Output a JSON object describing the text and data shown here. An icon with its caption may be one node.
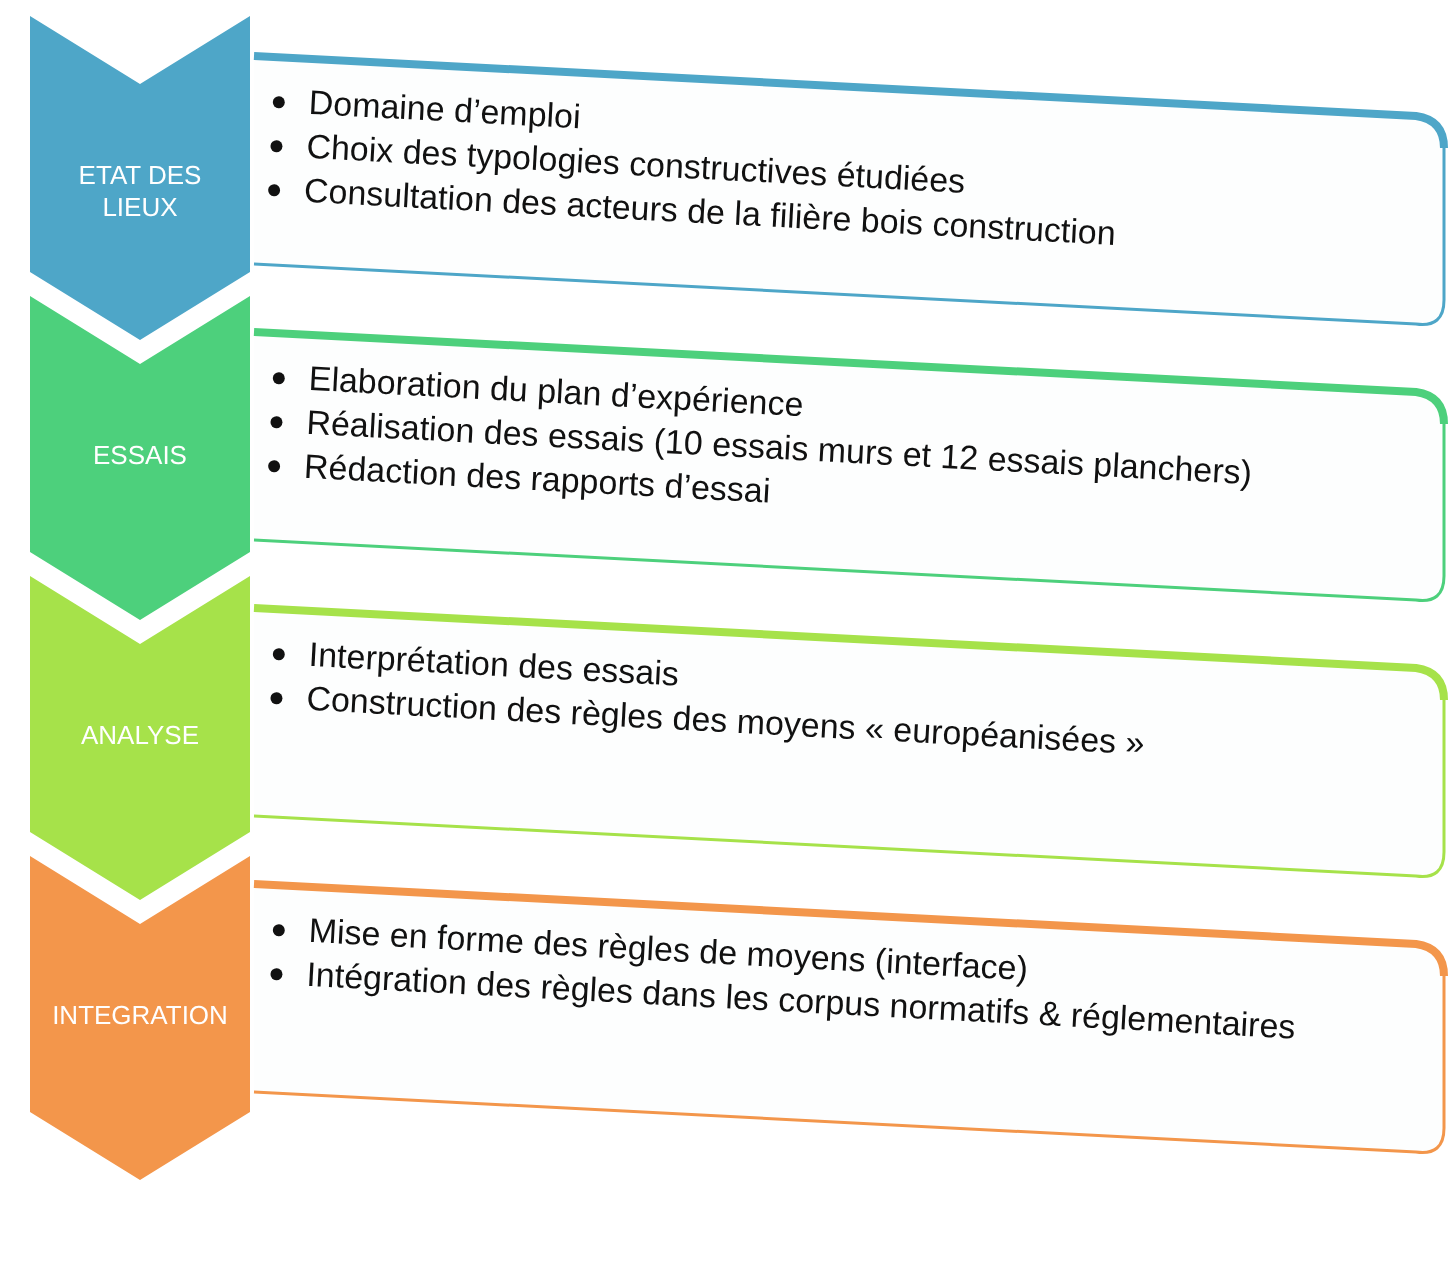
{
  "diagram": {
    "nodes": [
      {
        "text": [
          "ETAT DES LIEUX"
        ]
      },
      {
        "text": [
          "ESSAIS"
        ]
      },
      {
        "text": [
          "ANALYSE"
        ]
      },
      {
        "text": [
          "INTEGRATION"
        ]
      },
      {
        "text": [
          "Domaine d’emploi",
          "Choix des typologies constructives étudiées",
          "Consultation des acteurs de la filière bois construction"
        ]
      },
      {
        "text": [
          "Elaboration du plan d’expérience",
          "Réalisation des essais (10 essais murs et 12 essais planchers)",
          "Rédaction des rapports d’essai"
        ]
      },
      {
        "text": [
          "Interprétation des essais",
          "Construction des règles des moyens « européanisées »"
        ]
      },
      {
        "text": [
          "Mise en forme des règles de moyens (interface)",
          "Intégration des règles dans les corpus normatifs & réglementaires"
        ]
      }
    ]
  }
}
